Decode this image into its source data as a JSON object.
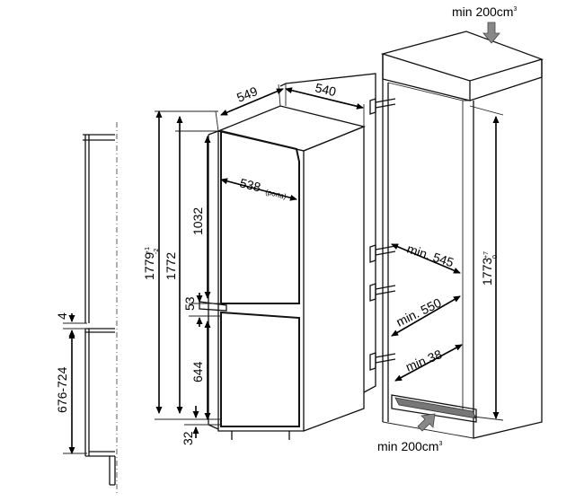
{
  "dimensions": {
    "width": "549",
    "depth": "540",
    "inner_width_door": "538",
    "inner_width_door_note": "(porta)",
    "upper_door_height": "1032",
    "gap": "53",
    "lower_door_height": "644",
    "plinth": "32",
    "side_height_inner": "1772",
    "total_height": "1779",
    "total_height_tol_plus": "+1",
    "total_height_tol_minus": "-2",
    "niche_width_min": "min. 545",
    "niche_depth_min": "min. 550",
    "vent_gap_min": "min.38",
    "niche_height": "1773",
    "niche_height_tol_plus": "+7",
    "niche_height_tol_minus": "0",
    "side_gap": "4",
    "side_door_range": "676-724"
  },
  "ventilation": {
    "top": "min 200cm",
    "bottom": "min 200cm",
    "unit_sup": "3"
  },
  "colors": {
    "line": "#111111",
    "vent_arrow": "#888888"
  }
}
